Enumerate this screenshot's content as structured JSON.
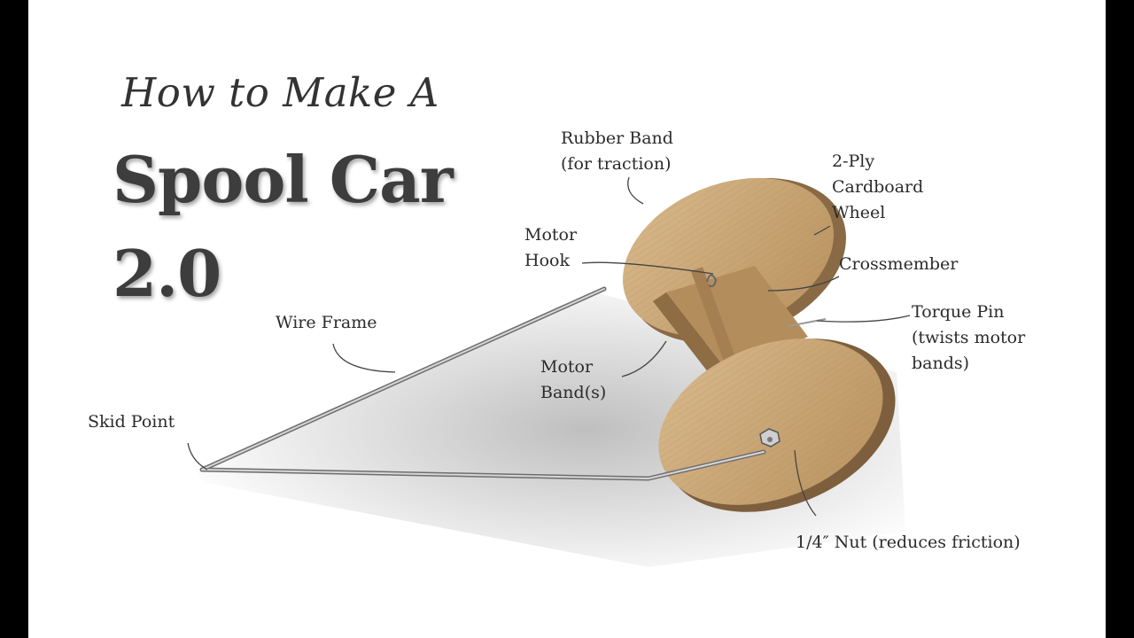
{
  "title": {
    "line1": "How to Make A",
    "line2": "Spool Car",
    "line3": "2.0"
  },
  "labels": {
    "rubber_band": "Rubber Band\n(for traction)",
    "cardboard_wheel": "2-Ply\nCardboard\nWheel",
    "motor_hook": "Motor\nHook",
    "crossmember": "Crossmember",
    "torque_pin": "Torque Pin\n(twists motor\nbands)",
    "wire_frame": "Wire Frame",
    "motor_bands": "Motor\nBand(s)",
    "skid_point": "Skid Point",
    "nut": "1/4″ Nut (reduces friction)"
  },
  "colors": {
    "cardboard": "#c9a77a",
    "cardboard_edge": "#8a6a45",
    "wire": "#8c8c8c",
    "text": "#2b2b2b"
  }
}
